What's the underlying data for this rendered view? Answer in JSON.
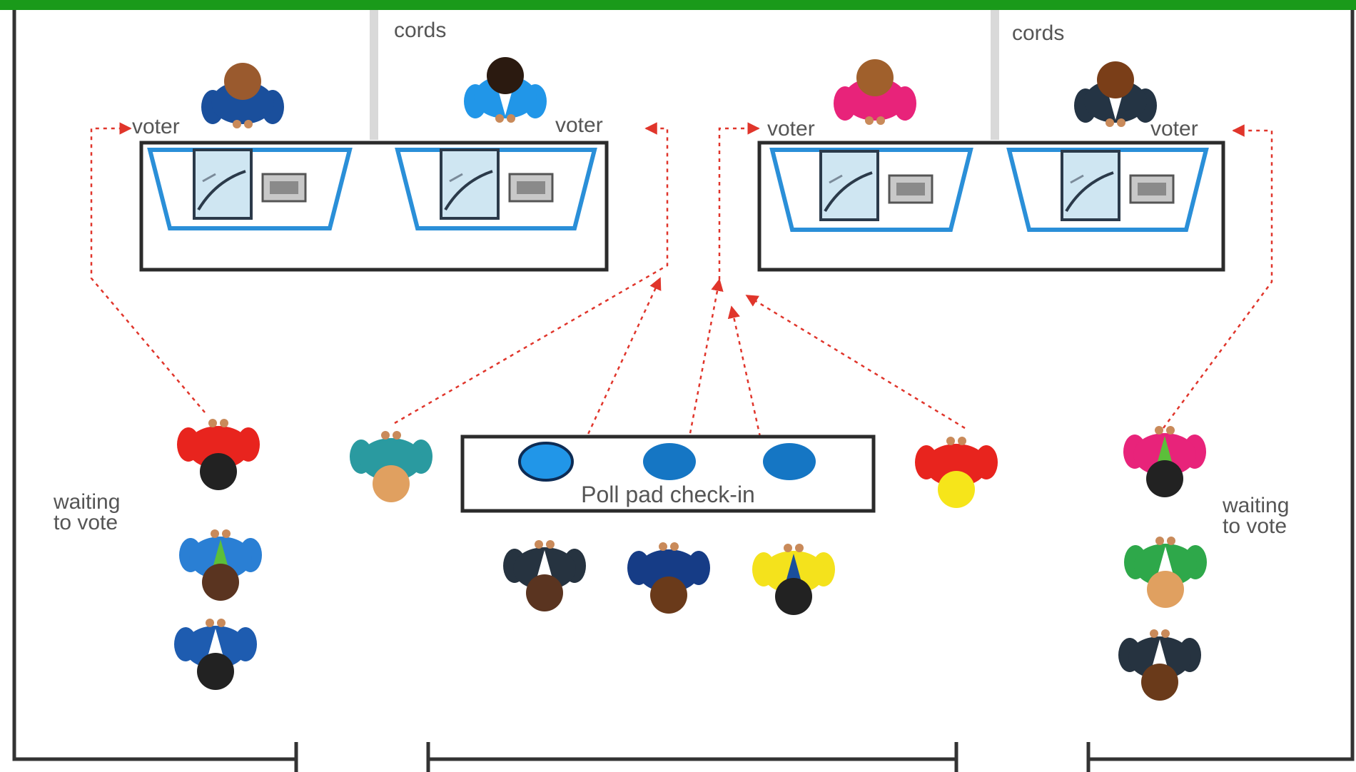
{
  "labels": {
    "cords": "cords",
    "voter": "voter",
    "waiting_to_vote_line1": "waiting",
    "waiting_to_vote_line2": "to vote",
    "poll_pad": "Poll pad check-in"
  },
  "colors": {
    "top_bar": "#1a9a1a",
    "booth_blue": "#2a8fd8",
    "wall": "#333333",
    "arrow": "#e0352b",
    "pad_circle": "#1576c4",
    "cord_pole": "#d9d9d9"
  },
  "icons": {
    "person": "person-top-view-icon",
    "ballot": "ballot-machine-icon",
    "scanner": "scanner-icon",
    "arrow": "dashed-arrow-icon"
  }
}
